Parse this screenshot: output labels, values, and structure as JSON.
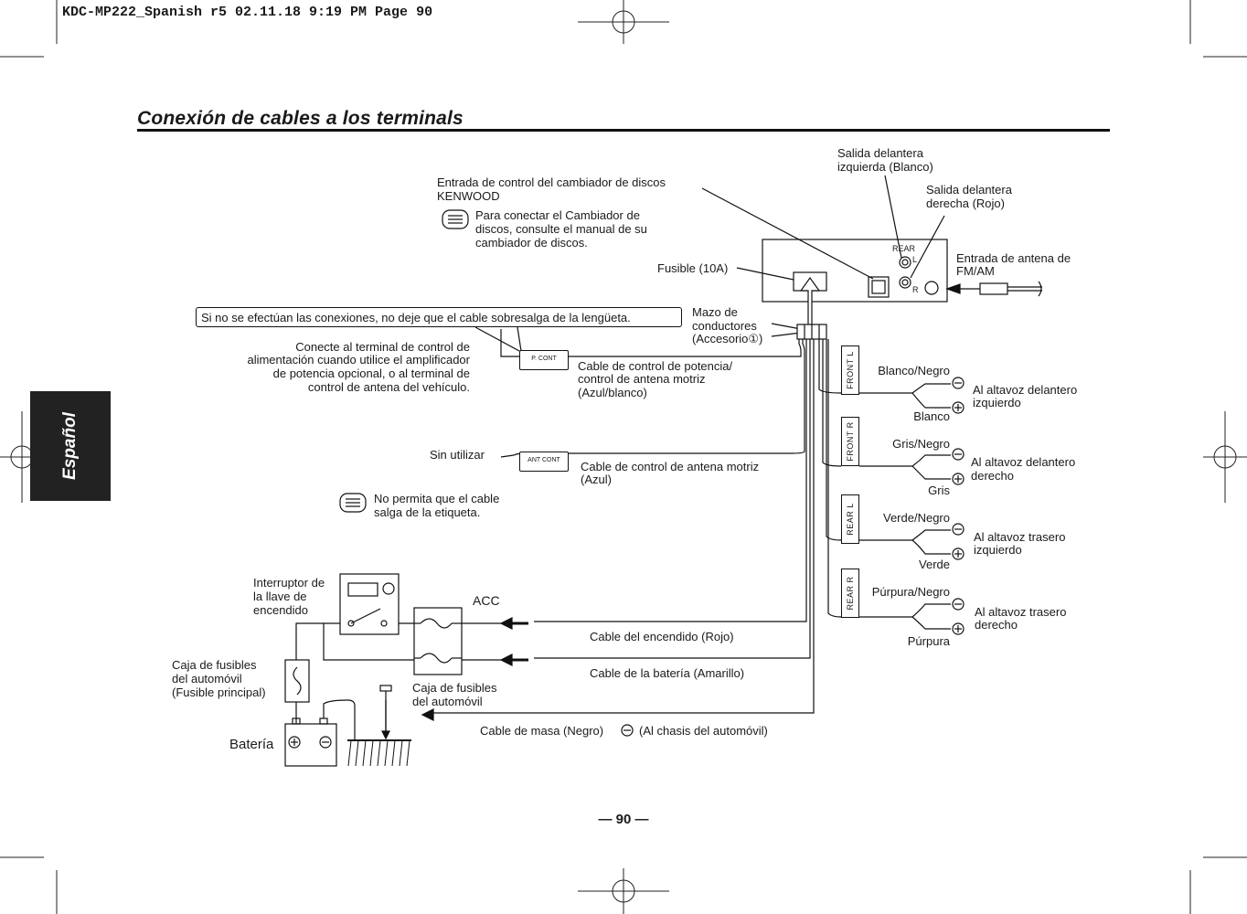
{
  "header": {
    "slug": "KDC-MP222_Spanish r5  02.11.18  9:19 PM  Page 90"
  },
  "section_tab": {
    "label": "Español"
  },
  "title": "Conexión de cables a los terminals",
  "page_number": "— 90 —",
  "labels": {
    "changer_input_1": "Entrada de control del cambiador de discos",
    "changer_input_2": "KENWOOD",
    "changer_note_1": "Para conectar el Cambiador de",
    "changer_note_2": "discos, consulte el manual de su",
    "changer_note_3": "cambiador de discos.",
    "front_left_out_1": "Salida delantera",
    "front_left_out_2": "izquierda (Blanco)",
    "front_right_out_1": "Salida delantera",
    "front_right_out_2": "derecha (Rojo)",
    "rear_marker": "REAR",
    "rear_l": "L",
    "rear_r": "R",
    "antenna_in_1": "Entrada de antena de",
    "antenna_in_2": "FM/AM",
    "fuse": "Fusible (10A)",
    "warning": "Si no se efectúan las conexiones, no deje que el cable sobresalga de la lengüeta.",
    "harness_1": "Mazo de",
    "harness_2": "conductores",
    "harness_3": "(Accesorio①)",
    "connect_note_1": "Conecte al terminal de control de",
    "connect_note_2": "alimentación cuando utilice el amplificador",
    "connect_note_3": "de potencia opcional, o al terminal de",
    "connect_note_4": "control de antena del vehículo.",
    "pcont_tag": "P. CONT",
    "pcont_cable_1": "Cable de control de potencia/",
    "pcont_cable_2": "control de antena motriz",
    "pcont_cable_3": "(Azul/blanco)",
    "unused": "Sin utilizar",
    "antcont_tag": "ANT CONT",
    "antcont_cable_1": "Cable de control de antena motriz",
    "antcont_cable_2": "(Azul)",
    "label_note_1": "No permita que el cable",
    "label_note_2": "salga de la etiqueta.",
    "ignition_switch_1": "Interruptor de",
    "ignition_switch_2": "la llave de",
    "ignition_switch_3": "encendido",
    "acc": "ACC",
    "ignition_cable": "Cable del encendido (Rojo)",
    "battery_cable": "Cable de la batería (Amarillo)",
    "main_fuse_1": "Caja de fusibles",
    "main_fuse_2": "del automóvil",
    "main_fuse_3": "(Fusible principal)",
    "car_fuse_1": "Caja de fusibles",
    "car_fuse_2": "del automóvil",
    "ground_cable_a": "Cable de masa (Negro)",
    "ground_cable_b": "(Al chasis del automóvil)",
    "battery": "Batería"
  },
  "speakers": [
    {
      "tag": "FRONT  L",
      "neg_wire": "Blanco/Negro",
      "pos_wire": "Blanco",
      "dest_1": "Al altavoz delantero",
      "dest_2": "izquierdo"
    },
    {
      "tag": "FRONT  R",
      "neg_wire": "Gris/Negro",
      "pos_wire": "Gris",
      "dest_1": "Al altavoz delantero",
      "dest_2": "derecho"
    },
    {
      "tag": "REAR  L",
      "neg_wire": "Verde/Negro",
      "pos_wire": "Verde",
      "dest_1": "Al altavoz trasero",
      "dest_2": "izquierdo"
    },
    {
      "tag": "REAR  R",
      "neg_wire": "Púrpura/Negro",
      "pos_wire": "Púrpura",
      "dest_1": "Al altavoz trasero",
      "dest_2": "derecho"
    }
  ]
}
